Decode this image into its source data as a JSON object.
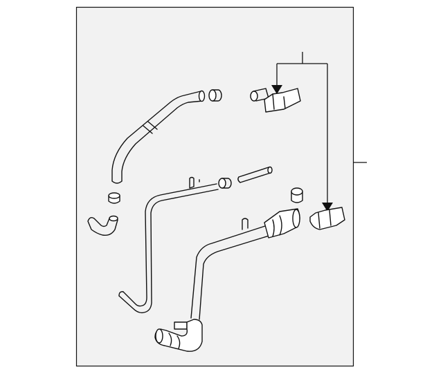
{
  "diagram": {
    "background_color": "#ffffff",
    "panel_color": "#f2f2f2",
    "line_color": "#111111",
    "callout_labels": [],
    "parts": [
      "upper-breather-hose",
      "hose-clamp-upper",
      "hose-connector-upper",
      "bracket-clip-upper",
      "small-cap",
      "elbow-hose-left",
      "long-vent-tube",
      "hose-clamp-middle",
      "short-hose-middle",
      "hose-clamp-small",
      "filler-pipe-assembly",
      "bracket-clip-lower"
    ]
  }
}
